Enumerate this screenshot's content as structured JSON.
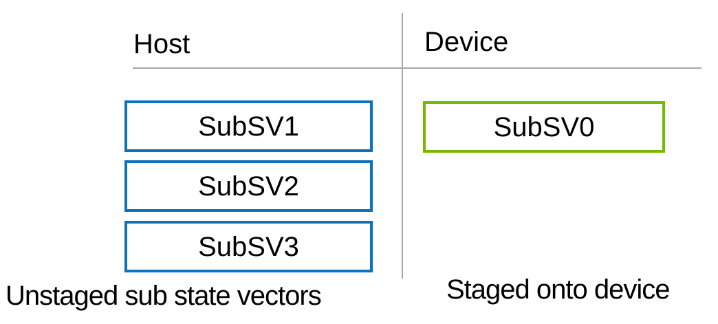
{
  "diagram": {
    "title_context": "sub state vector staging",
    "columns": {
      "host": {
        "header": "Host",
        "caption": "Unstaged sub state vectors",
        "boxes": [
          {
            "label": "SubSV1"
          },
          {
            "label": "SubSV2"
          },
          {
            "label": "SubSV3"
          }
        ]
      },
      "device": {
        "header": "Device",
        "caption": "Staged onto device",
        "boxes": [
          {
            "label": "SubSV0"
          }
        ]
      }
    },
    "colors": {
      "host_box_border": "#0c72bc",
      "device_box_border": "#76b900",
      "divider": "#a6a6a6",
      "text": "#000000",
      "background": "#ffffff"
    }
  }
}
